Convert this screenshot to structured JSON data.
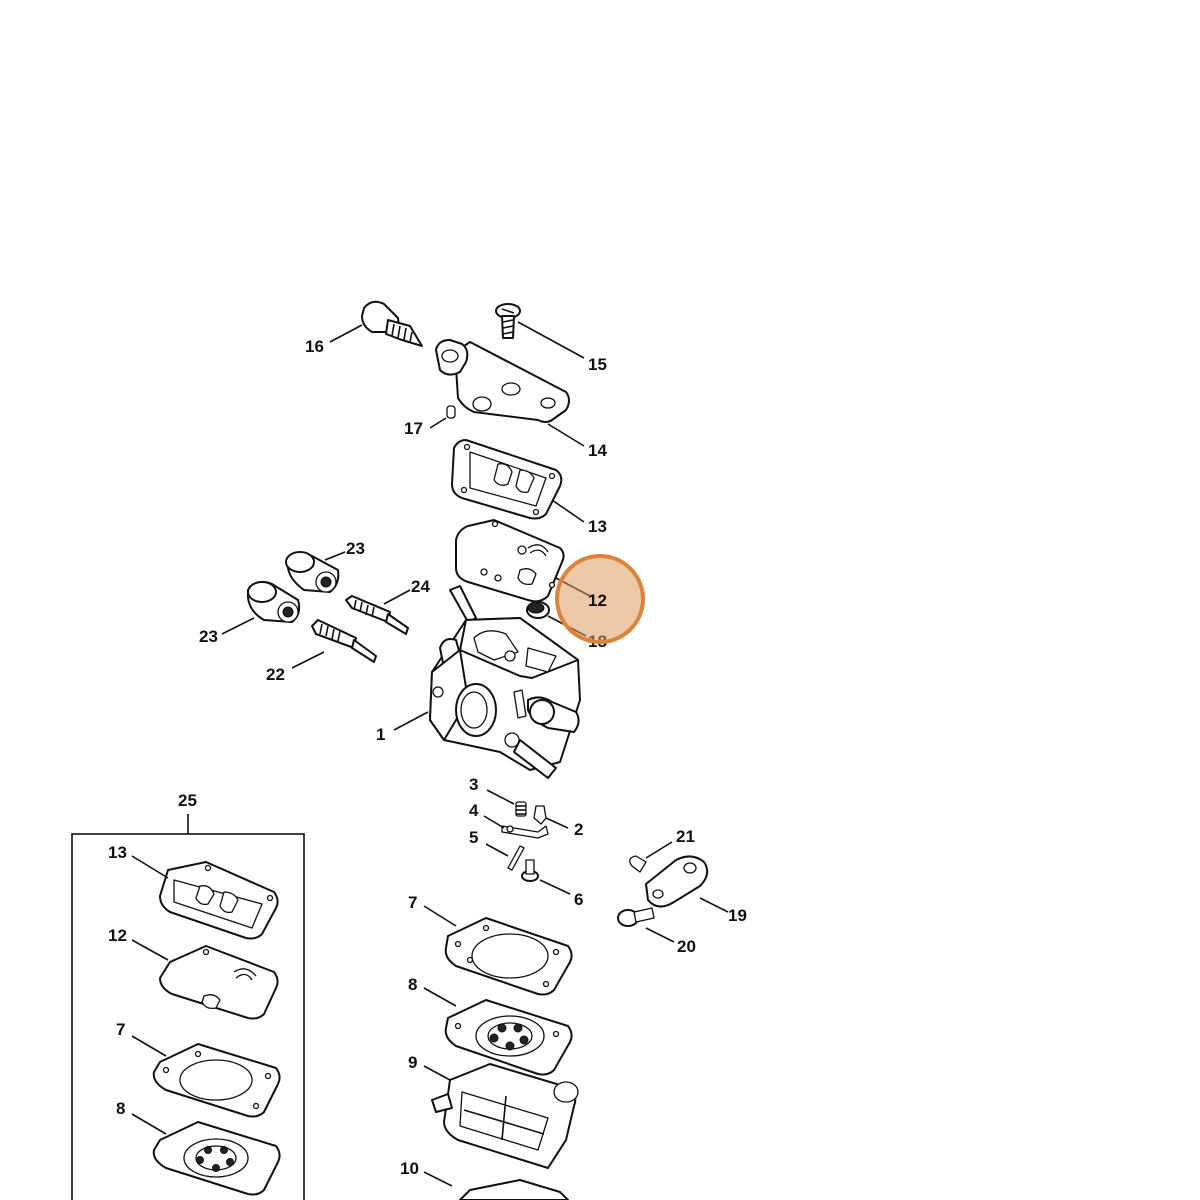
{
  "highlight": {
    "part": "12",
    "color": "#d9843c"
  },
  "callouts": {
    "c1": "1",
    "c2": "2",
    "c3": "3",
    "c4": "4",
    "c5": "5",
    "c6": "6",
    "c7": "7",
    "c8": "8",
    "c9": "9",
    "c10": "10",
    "c12": "12",
    "c13": "13",
    "c14": "14",
    "c15": "15",
    "c16": "16",
    "c17": "17",
    "c19": "19",
    "c20": "20",
    "c21": "21",
    "c22": "22",
    "c23a": "23",
    "c23b": "23",
    "c24": "24",
    "c18": "18"
  },
  "kit": {
    "label": "25",
    "items": {
      "k13": "13",
      "k12": "12",
      "k7": "7",
      "k8": "8"
    }
  }
}
